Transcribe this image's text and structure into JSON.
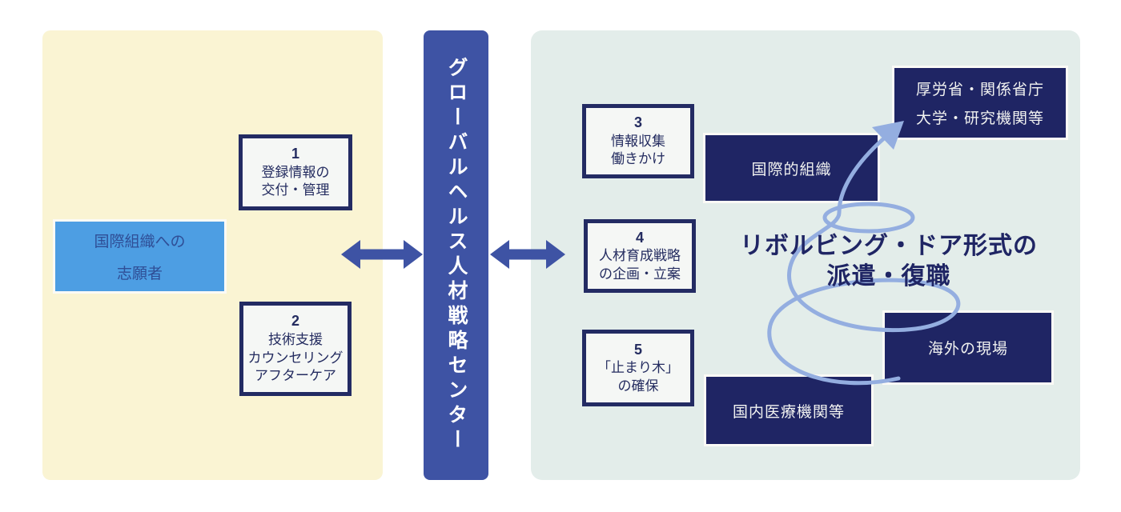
{
  "title": {
    "line1": "リボルビング・ドア形式の",
    "line2": "派遣・復職"
  },
  "center_bar": {
    "label": "グローバルヘルス人材戦略センター"
  },
  "left_panel": {
    "applicant_box": {
      "line1": "国際組織への",
      "line2": "志願者"
    },
    "steps": [
      {
        "number": "1",
        "lines": [
          "登録情報の",
          "交付・管理"
        ]
      },
      {
        "number": "2",
        "lines": [
          "技術支援",
          "カウンセリング",
          "アフターケア"
        ]
      }
    ]
  },
  "right_panel": {
    "steps": [
      {
        "number": "3",
        "lines": [
          "情報収集",
          "働きかけ"
        ]
      },
      {
        "number": "4",
        "lines": [
          "人材育成戦略",
          "の企画・立案"
        ]
      },
      {
        "number": "5",
        "lines": [
          "「止まり木」",
          "の確保"
        ]
      }
    ],
    "org_boxes": {
      "international": {
        "line1": "国際的組織"
      },
      "ministries": {
        "line1": "厚労省・関係省庁",
        "line2": "大学・研究機関等"
      },
      "overseas": {
        "line1": "海外の現場"
      },
      "domestic": {
        "line1": "国内医療機関等"
      }
    }
  },
  "colors": {
    "yellow": "#FAF4D3",
    "teal": "#E3EDEA",
    "bar-blue": "#3E53A4",
    "navy": "#1F2564",
    "sky": "#4D9EE3",
    "spiral": "#94AEE0"
  }
}
